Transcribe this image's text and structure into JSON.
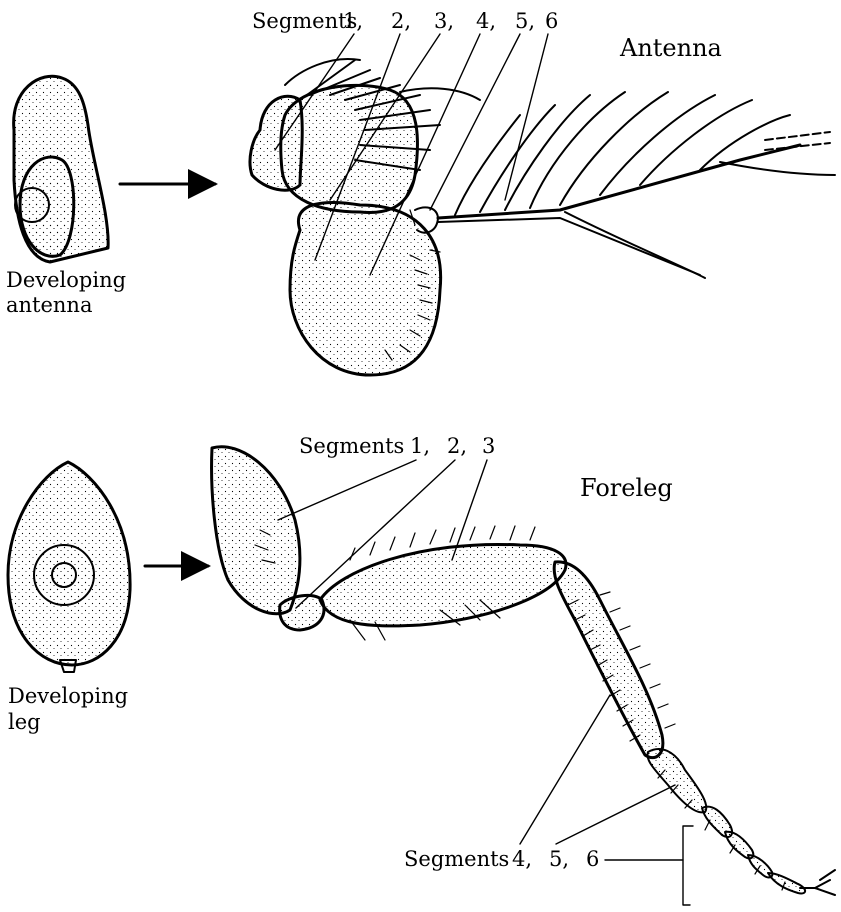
{
  "antenna_section": {
    "title": "Antenna",
    "segments_label": "Segments",
    "segment_numbers": [
      "1,",
      "2,",
      "3,",
      "4,",
      "5,",
      "6"
    ],
    "developing_label_line1": "Developing",
    "developing_label_line2": "antenna"
  },
  "foreleg_section": {
    "title": "Foreleg",
    "segments_label_top": "Segments",
    "segment_numbers_top": [
      "1,",
      "2,",
      "3"
    ],
    "segments_label_bottom": "Segments",
    "segment_numbers_bottom": [
      "4,",
      "5,",
      "6"
    ],
    "developing_label_line1": "Developing",
    "developing_label_line2": "leg"
  },
  "colors": {
    "ink": "#000000",
    "background": "#ffffff"
  }
}
